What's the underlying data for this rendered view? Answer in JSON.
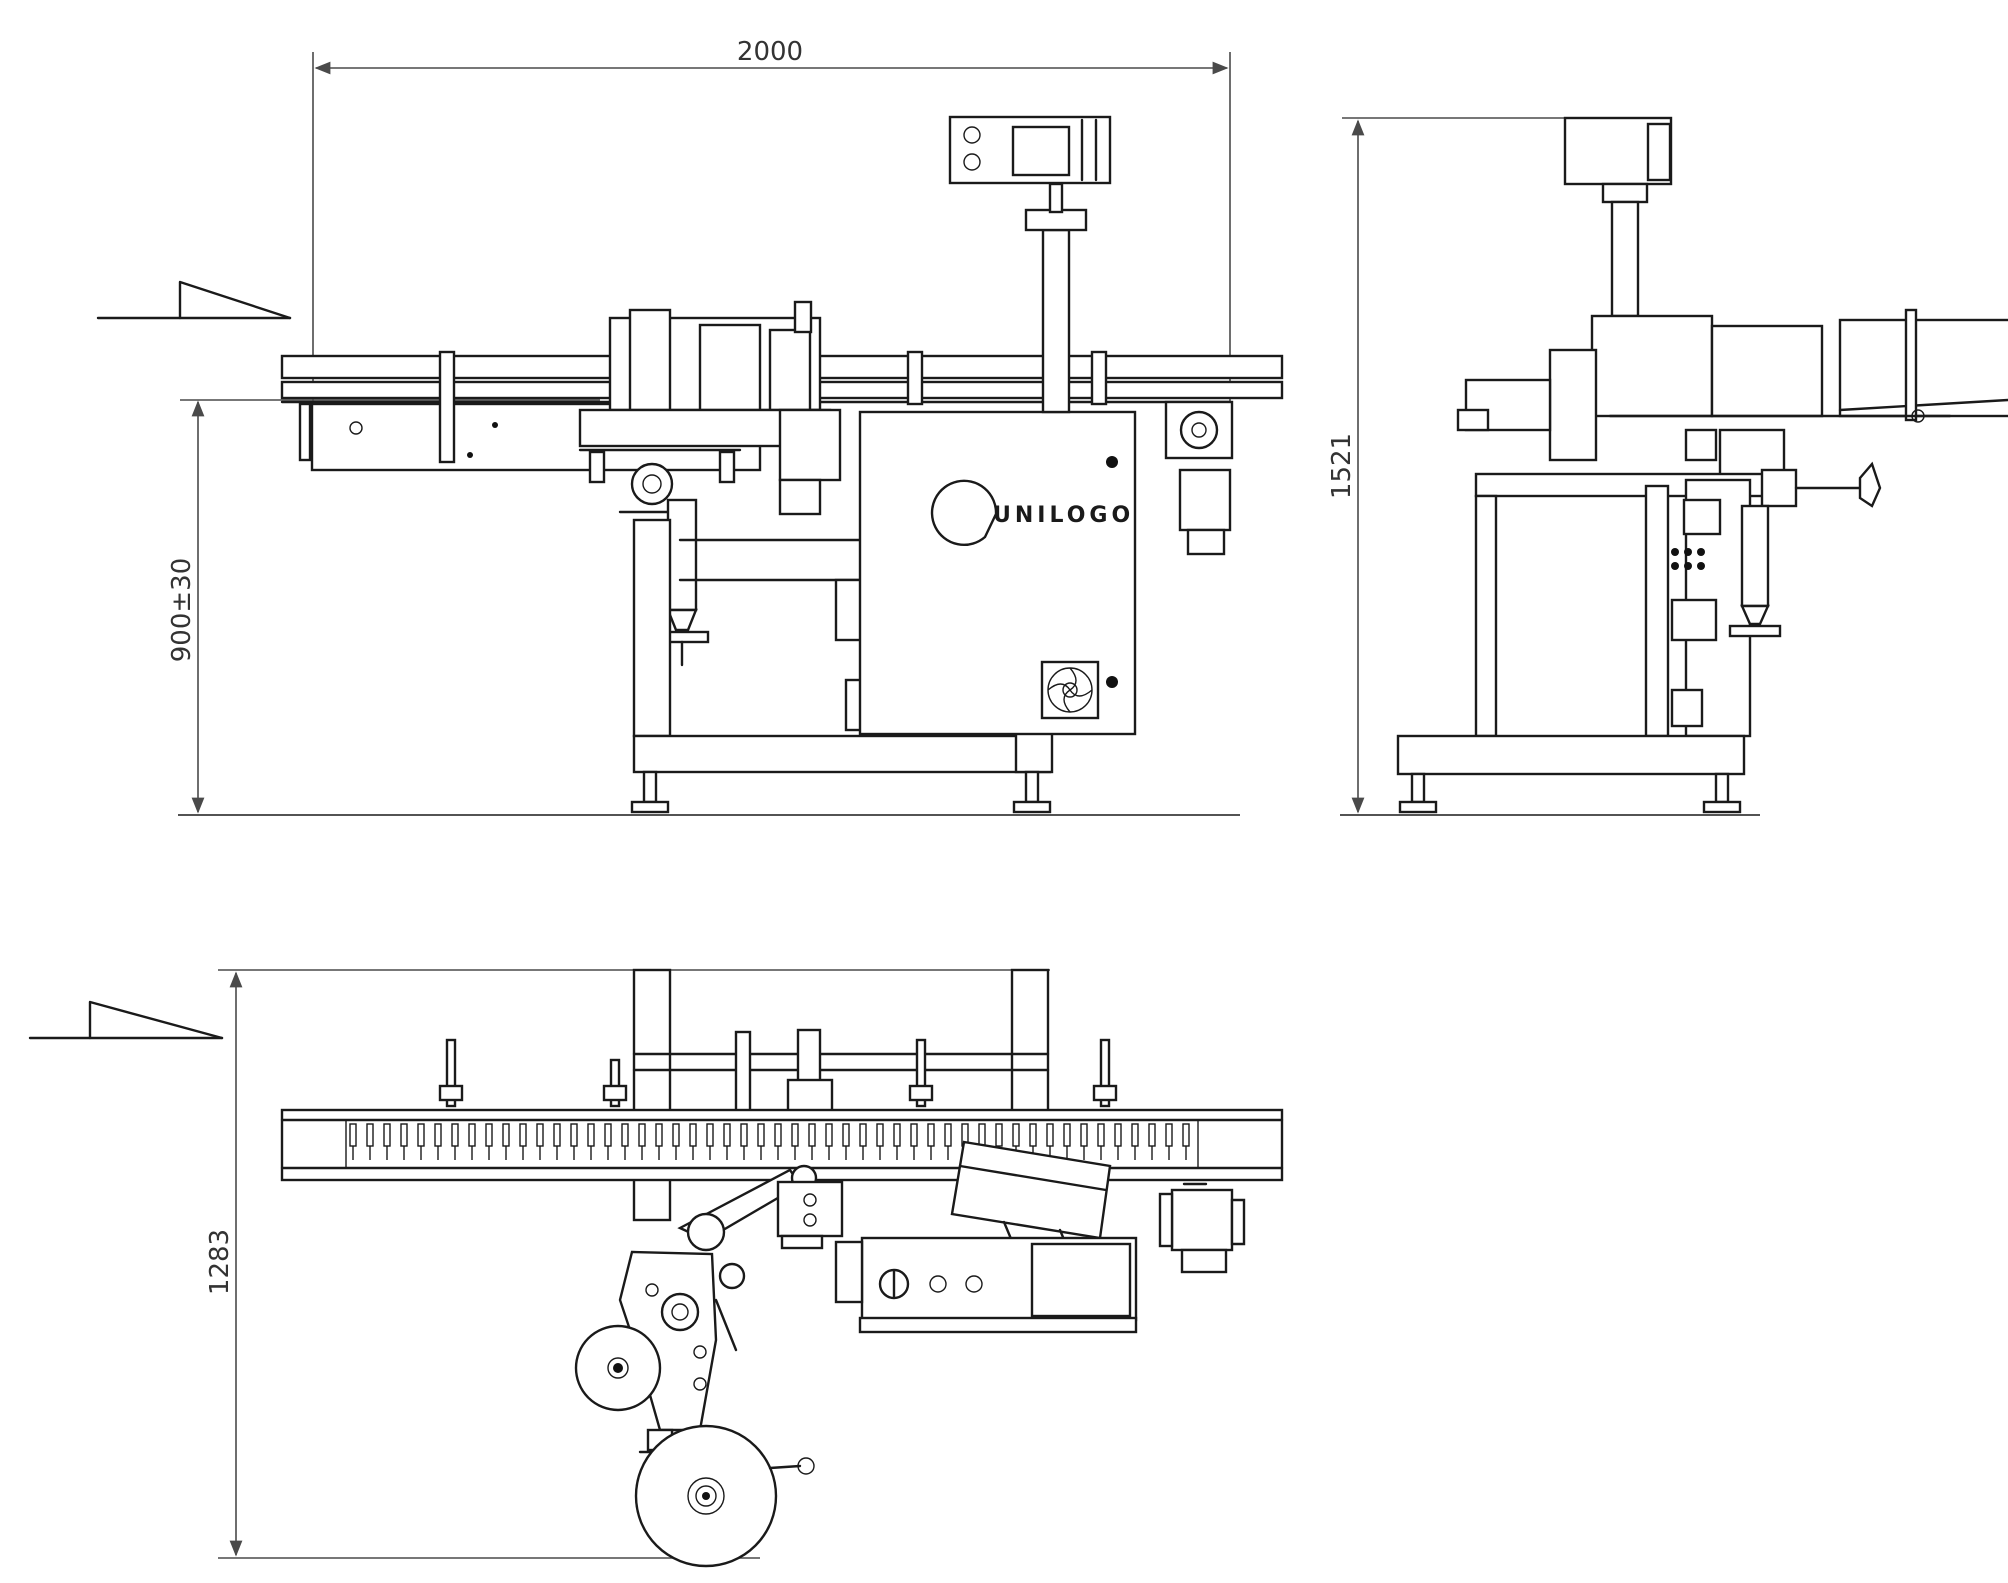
{
  "dimensions": {
    "front_length": "2000",
    "front_height": "900±30",
    "side_height": "1521",
    "top_depth": "1283"
  },
  "machine": {
    "logo_text": "UNILOGO"
  },
  "colors": {
    "line": "#1a1a1a",
    "dimension": "#4a4a4a",
    "background": "#ffffff"
  }
}
